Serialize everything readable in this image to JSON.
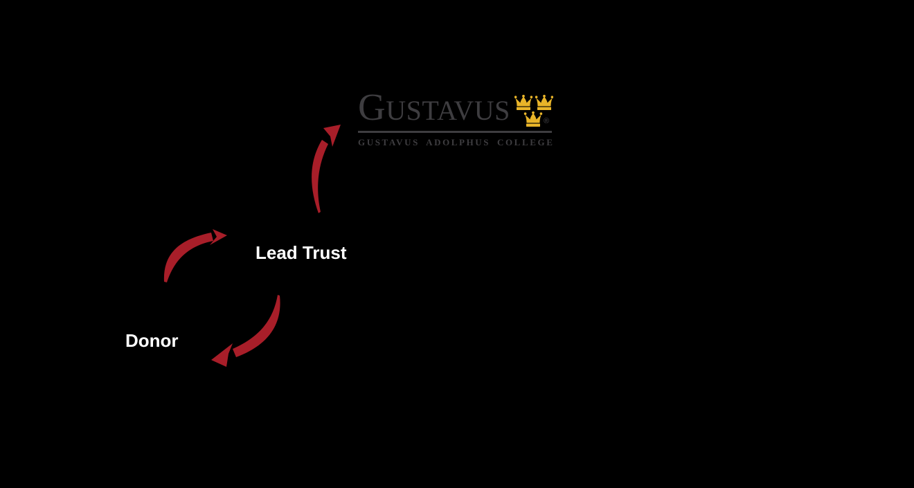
{
  "background_color": "#000000",
  "logo": {
    "wordmark": "GUSTAVUS",
    "tagline": "GUSTAVUS ADOLPHUS COLLEGE",
    "registered_mark": "®",
    "colors": {
      "text": "#3E3D40",
      "gold": "#E8B429"
    }
  },
  "labels": {
    "lead_trust": "Lead Trust",
    "donor": "Donor"
  },
  "arrows": {
    "color": "#A81E29",
    "items": [
      {
        "name": "donor-to-lead-trust",
        "from": "Donor",
        "to": "Lead Trust"
      },
      {
        "name": "lead-trust-to-gustavus",
        "from": "Lead Trust",
        "to": "Gustavus Adolphus College logo"
      },
      {
        "name": "lead-trust-to-donor",
        "from": "Lead Trust",
        "to": "Donor"
      }
    ]
  }
}
